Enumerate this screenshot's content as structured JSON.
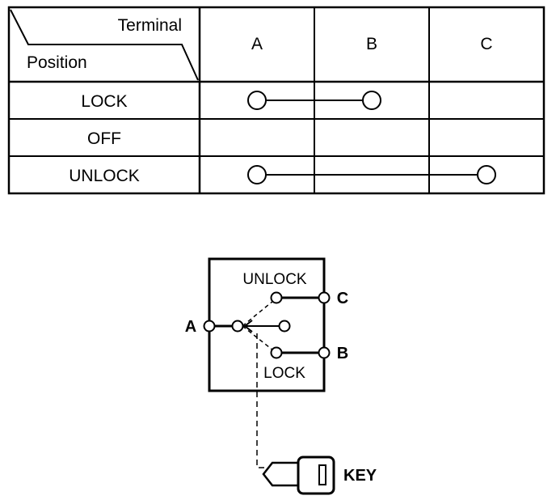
{
  "table": {
    "header": {
      "terminal": "Terminal",
      "position": "Position"
    },
    "columns": [
      "A",
      "B",
      "C"
    ],
    "rows": [
      {
        "position": "LOCK"
      },
      {
        "position": "OFF"
      },
      {
        "position": "UNLOCK"
      }
    ]
  },
  "schematic": {
    "unlock_label": "UNLOCK",
    "lock_label": "LOCK",
    "terminal_a": "A",
    "terminal_b": "B",
    "terminal_c": "C",
    "key_label": "KEY"
  }
}
